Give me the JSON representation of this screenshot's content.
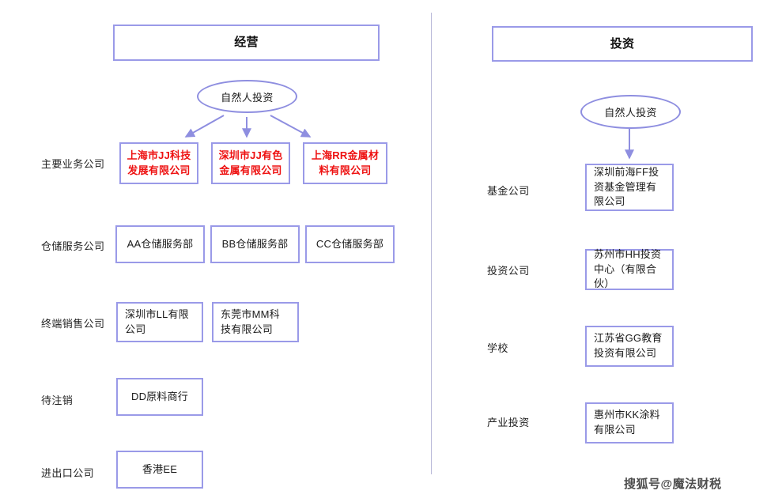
{
  "diagram": {
    "colors": {
      "box_border": "#9a9ae8",
      "oval_border": "#8e8ee0",
      "highlight_text": "#ee1111",
      "arrow": "#8e8ee0",
      "divider": "#b9b9d8",
      "background": "#ffffff"
    },
    "watermark": "搜狐号@魔法财税"
  },
  "left_panel": {
    "title": "经营",
    "root_node": "自然人投资",
    "rows": [
      {
        "label": "主要业务公司",
        "nodes": [
          {
            "text": "上海市JJ科技发展有限公司",
            "highlight": true
          },
          {
            "text": "深圳市JJ有色金属有限公司",
            "highlight": true
          },
          {
            "text": "上海RR金属材料有限公司",
            "highlight": true
          }
        ]
      },
      {
        "label": "仓储服务公司",
        "nodes": [
          {
            "text": "AA仓储服务部",
            "highlight": false
          },
          {
            "text": "BB仓储服务部",
            "highlight": false
          },
          {
            "text": "CC仓储服务部",
            "highlight": false
          }
        ]
      },
      {
        "label": "终端销售公司",
        "nodes": [
          {
            "text": "深圳市LL有限公司",
            "highlight": false
          },
          {
            "text": "东莞市MM科技有限公司",
            "highlight": false
          }
        ]
      },
      {
        "label": "待注销",
        "nodes": [
          {
            "text": "DD原料商行",
            "highlight": false
          }
        ]
      },
      {
        "label": "进出口公司",
        "nodes": [
          {
            "text": "香港EE",
            "highlight": false
          }
        ]
      }
    ]
  },
  "right_panel": {
    "title": "投资",
    "root_node": "自然人投资",
    "rows": [
      {
        "label": "基金公司",
        "node": "深圳前海FF投资基金管理有限公司"
      },
      {
        "label": "投资公司",
        "node": "苏州市HH投资中心（有限合伙）"
      },
      {
        "label": "学校",
        "node": "江苏省GG教育投资有限公司"
      },
      {
        "label": "产业投资",
        "node": "惠州市KK涂料有限公司"
      }
    ]
  }
}
